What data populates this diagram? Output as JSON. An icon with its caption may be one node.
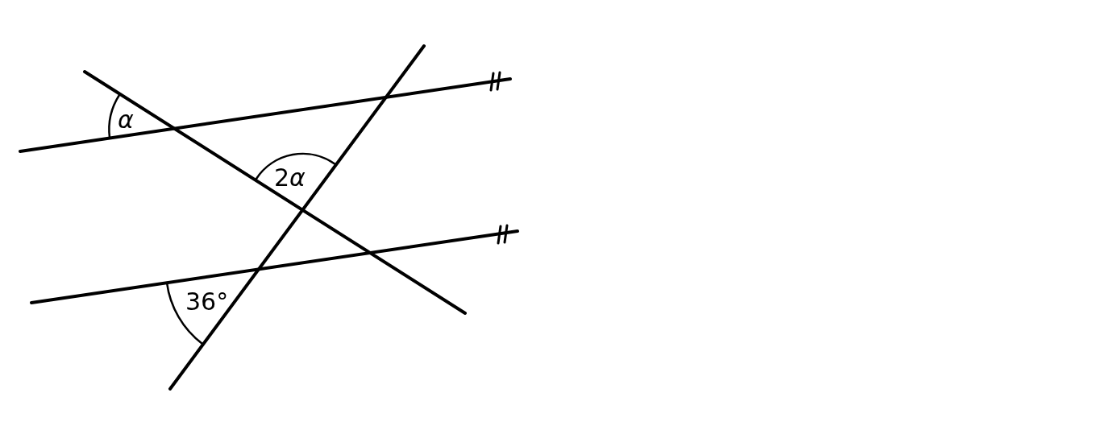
{
  "diagram": {
    "labels": [
      "α",
      "2α",
      "36°"
    ]
  }
}
